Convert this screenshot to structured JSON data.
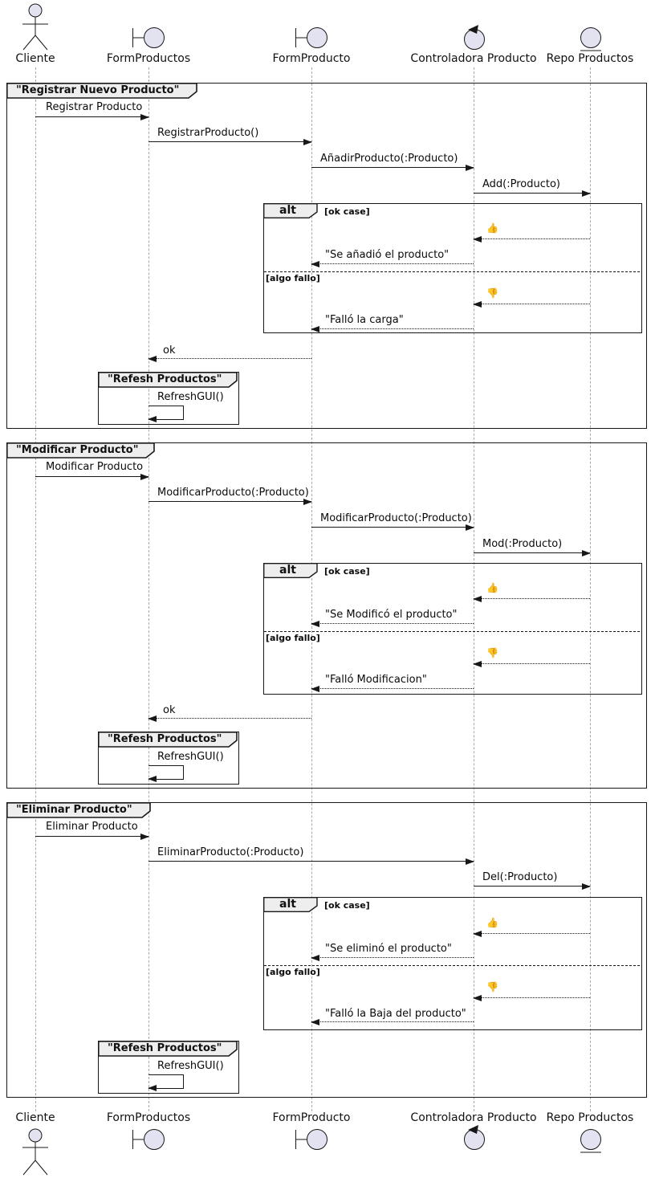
{
  "colors": {
    "participant_fill": "#E2E2F0",
    "participant_border": "#181818",
    "frame_header_fill": "#EEEEEE",
    "line_color": "#181818",
    "lifeline_color": "#A8A8A8"
  },
  "participants": [
    {
      "name": "Cliente",
      "type": "actor"
    },
    {
      "name": "FormProductos",
      "type": "boundary"
    },
    {
      "name": "FormProducto",
      "type": "boundary"
    },
    {
      "name": "Controladora Producto",
      "type": "control"
    },
    {
      "name": "Repo Productos",
      "type": "entity"
    }
  ],
  "groups": [
    {
      "title": "\"Registrar Nuevo Producto\"",
      "messages": {
        "m1": "Registrar Producto",
        "m2": "RegistrarProducto()",
        "m3": "AñadirProducto(:Producto)",
        "m4": "Add(:Producto)"
      },
      "alt": {
        "operator": "alt",
        "guard_ok": "[ok case]",
        "thumb_up": "👍",
        "reply_ok": "\"Se añadió el producto\"",
        "guard_fail": "[algo fallo]",
        "thumb_down": "👎",
        "reply_fail": "\"Falló la carga\""
      },
      "return_label": "ok",
      "refresh": {
        "title": "\"Refesh Productos\"",
        "message": "RefreshGUI()"
      }
    },
    {
      "title": "\"Modificar Producto\"",
      "messages": {
        "m1": "Modificar Producto",
        "m2": "ModificarProducto(:Producto)",
        "m3": "ModificarProducto(:Producto)",
        "m4": "Mod(:Producto)"
      },
      "alt": {
        "operator": "alt",
        "guard_ok": "[ok case]",
        "thumb_up": "👍",
        "reply_ok": "\"Se Modificó el producto\"",
        "guard_fail": "[algo fallo]",
        "thumb_down": "👎",
        "reply_fail": "\"Falló Modificacion\""
      },
      "return_label": "ok",
      "refresh": {
        "title": "\"Refesh Productos\"",
        "message": "RefreshGUI()"
      }
    },
    {
      "title": "\"Eliminar Producto\"",
      "messages": {
        "m1": "Eliminar Producto",
        "m2": "EliminarProducto(:Producto)",
        "m3": "Del(:Producto)"
      },
      "alt": {
        "operator": "alt",
        "guard_ok": "[ok case]",
        "thumb_up": "👍",
        "reply_ok": "\"Se eliminó el producto\"",
        "guard_fail": "[algo fallo]",
        "thumb_down": "👎",
        "reply_fail": "\"Falló la Baja del producto\""
      },
      "refresh": {
        "title": "\"Refesh Productos\"",
        "message": "RefreshGUI()"
      }
    }
  ]
}
